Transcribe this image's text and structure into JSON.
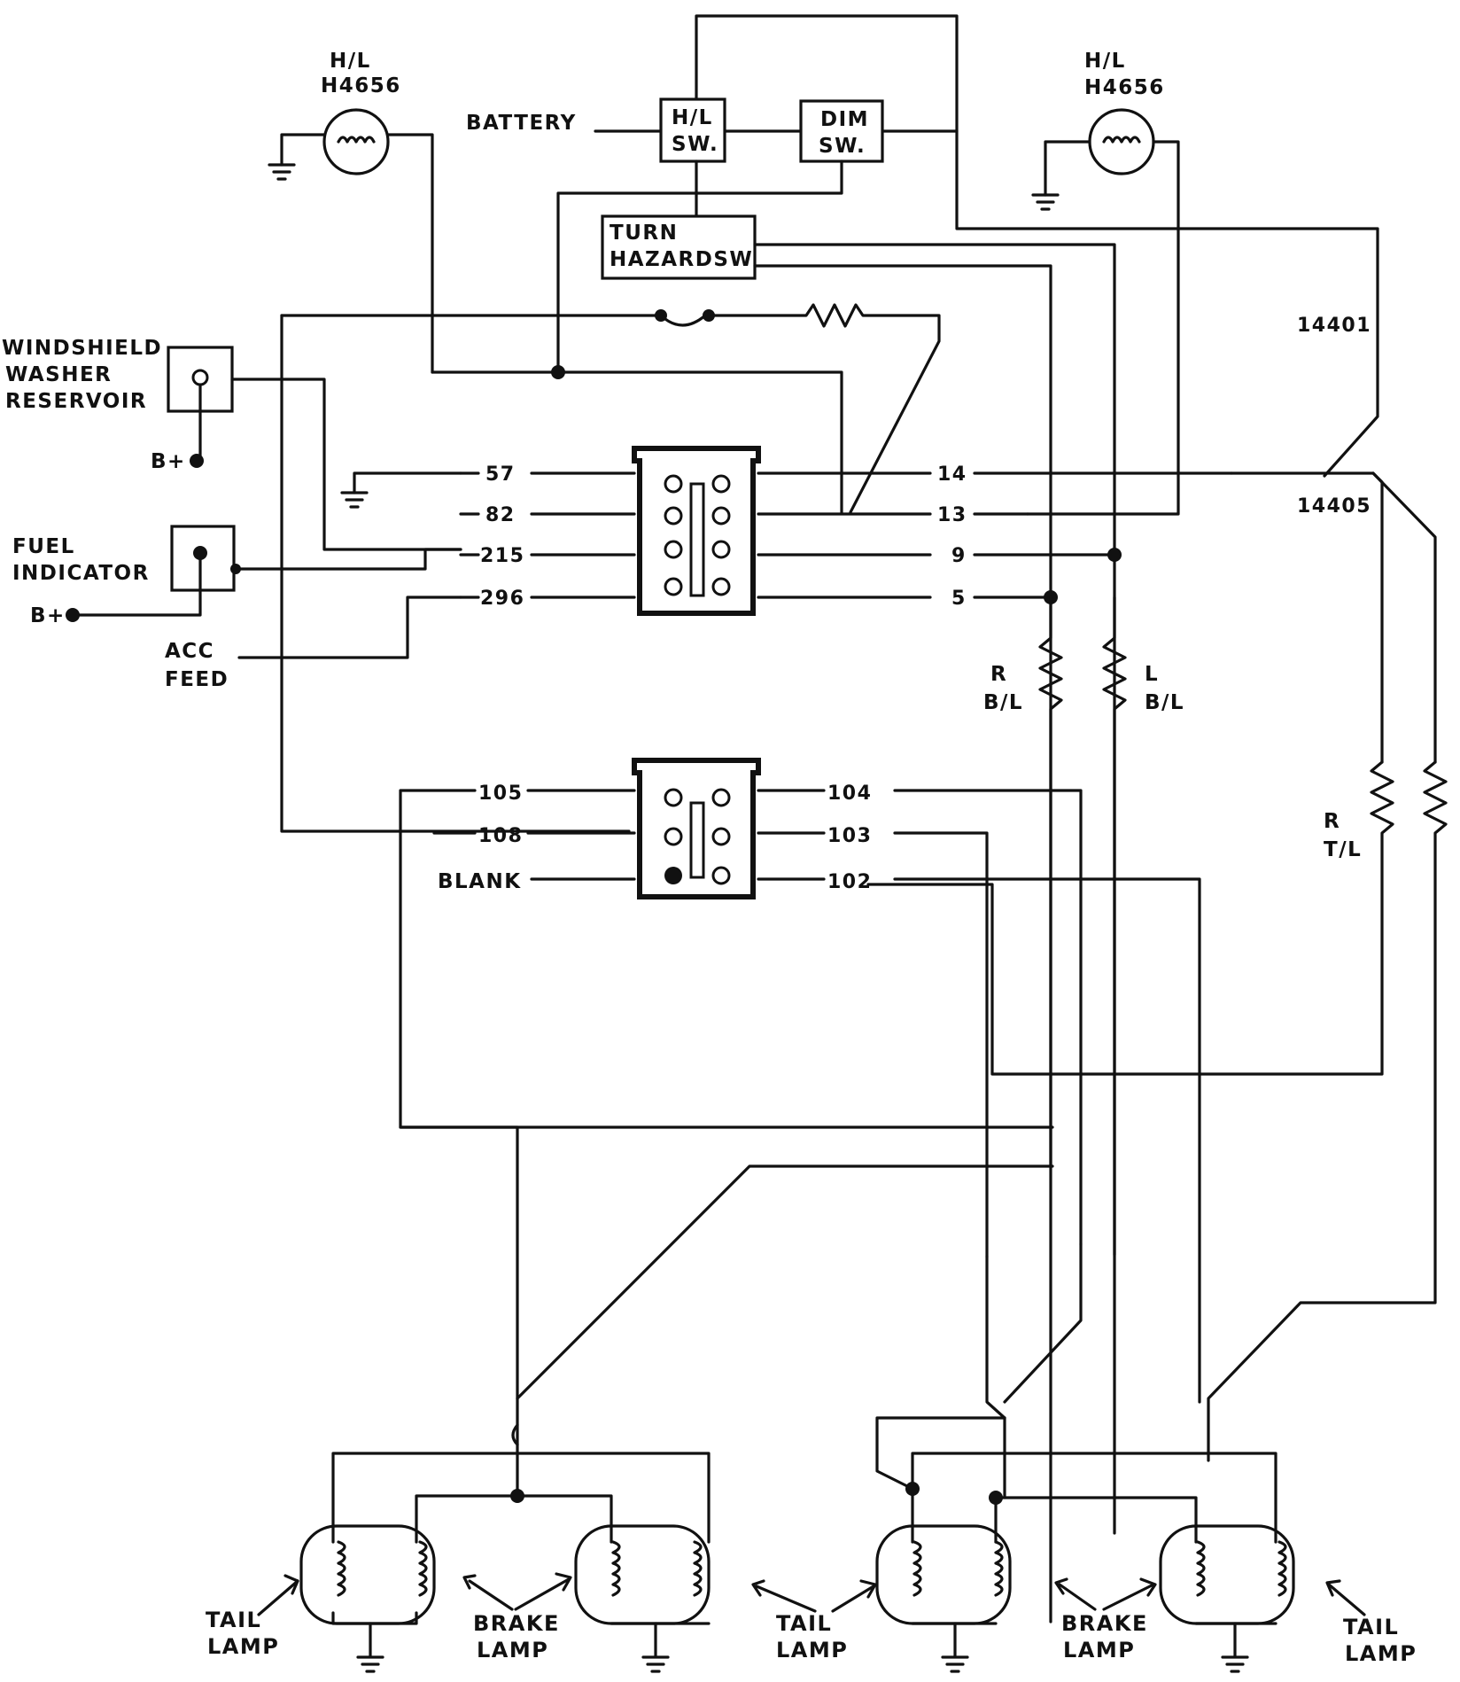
{
  "components": {
    "headlamp_left": {
      "line1": "H/L",
      "line2": "H4656"
    },
    "headlamp_right": {
      "line1": "H/L",
      "line2": "H4656"
    },
    "battery": "BATTERY",
    "hl_switch": {
      "line1": "H/L",
      "line2": "SW."
    },
    "dim_switch": {
      "line1": "DIM",
      "line2": "SW."
    },
    "turn_hazard": {
      "line1": "TURN",
      "line2": "HAZARDSW"
    },
    "washer": {
      "line1": "WINDSHIELD",
      "line2": "WASHER",
      "line3": "RESERVOIR"
    },
    "washer_bplus": "B+",
    "fuel": {
      "line1": "FUEL",
      "line2": "INDICATOR"
    },
    "fuel_bplus": "B+",
    "acc": {
      "line1": "ACC",
      "line2": "FEED"
    },
    "bulb_14401": "14401",
    "bulb_14405": "14405",
    "r_bl": {
      "line1": "R",
      "line2": "B/L"
    },
    "l_bl": {
      "line1": "L",
      "line2": "B/L"
    },
    "r_tl": {
      "line1": "R",
      "line2": "T/L"
    }
  },
  "connector_upper": {
    "left_pins": [
      "57",
      "82",
      "215",
      "296"
    ],
    "right_pins": [
      "14",
      "13",
      "9",
      "5"
    ]
  },
  "connector_lower": {
    "left_pins": [
      "105",
      "108",
      "BLANK"
    ],
    "right_pins": [
      "104",
      "103",
      "102"
    ]
  },
  "lamps": {
    "tail_left": {
      "line1": "TAIL",
      "line2": "LAMP"
    },
    "brake_left": {
      "line1": "BRAKE",
      "line2": "LAMP"
    },
    "tail_center": {
      "line1": "TAIL",
      "line2": "LAMP"
    },
    "brake_right": {
      "line1": "BRAKE",
      "line2": "LAMP"
    },
    "tail_right": {
      "line1": "TAIL",
      "line2": "LAMP"
    }
  }
}
